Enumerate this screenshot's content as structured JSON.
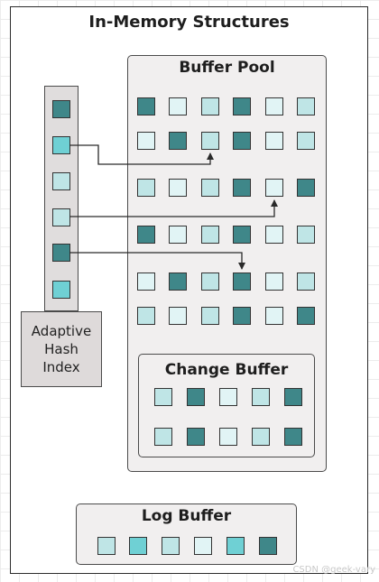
{
  "title": "In-Memory Structures",
  "colors": {
    "dark": "#3f8789",
    "light": "#bfe5e6",
    "pale": "#e1f4f5",
    "cyan": "#6fd0d4"
  },
  "buffer_pool": {
    "title": "Buffer Pool",
    "rows": [
      [
        "dark",
        "pale",
        "light",
        "dark",
        "pale",
        "light"
      ],
      [
        "pale",
        "dark",
        "light",
        "dark",
        "pale",
        "light"
      ],
      [
        "light",
        "pale",
        "light",
        "dark",
        "pale",
        "dark"
      ],
      [
        "dark",
        "pale",
        "light",
        "dark",
        "pale",
        "light"
      ],
      [
        "pale",
        "dark",
        "light",
        "dark",
        "pale",
        "light"
      ],
      [
        "light",
        "pale",
        "light",
        "dark",
        "pale",
        "dark"
      ]
    ]
  },
  "change_buffer": {
    "title": "Change Buffer",
    "rows": [
      [
        "light",
        "dark",
        "pale",
        "light",
        "dark"
      ],
      [
        "light",
        "dark",
        "pale",
        "light",
        "dark"
      ]
    ]
  },
  "log_buffer": {
    "title": "Log Buffer",
    "cells": [
      "light",
      "cyan",
      "light",
      "pale",
      "cyan",
      "dark"
    ]
  },
  "adaptive_hash_index": {
    "label": "Adaptive\nHash\nIndex",
    "cells": [
      "dark",
      "cyan",
      "light",
      "light",
      "dark",
      "cyan"
    ]
  },
  "watermark": "CSDN @geek-vary"
}
